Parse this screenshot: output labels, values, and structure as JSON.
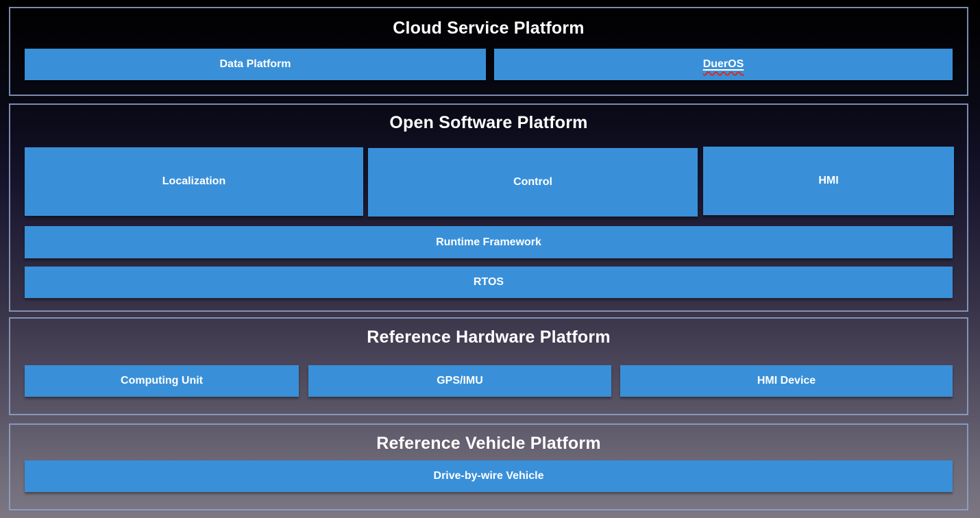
{
  "diagram": {
    "type": "layered-architecture",
    "colors": {
      "box_blue": "#3990d9",
      "section_border": "#8fa3cb",
      "title_text": "#ffffff",
      "box_text": "#ffffff",
      "spellcheck_red": "#d92b1f",
      "background_top": "#000000",
      "background_bottom": "#7c7783"
    },
    "sections": [
      {
        "title": "Cloud Service Platform",
        "boxes": [
          {
            "label": "Data Platform"
          },
          {
            "label": "DuerOS",
            "decoration": "underline + red spellcheck squiggle"
          }
        ]
      },
      {
        "title": "Open Software Platform",
        "boxes": [
          {
            "label": "Localization"
          },
          {
            "label": "Control"
          },
          {
            "label": "HMI"
          },
          {
            "label": "Runtime Framework"
          },
          {
            "label": "RTOS"
          }
        ]
      },
      {
        "title": "Reference Hardware Platform",
        "boxes": [
          {
            "label": "Computing Unit"
          },
          {
            "label": "GPS/IMU"
          },
          {
            "label": "HMI Device"
          }
        ]
      },
      {
        "title": "Reference Vehicle Platform",
        "boxes": [
          {
            "label": "Drive-by-wire Vehicle"
          }
        ]
      }
    ]
  }
}
